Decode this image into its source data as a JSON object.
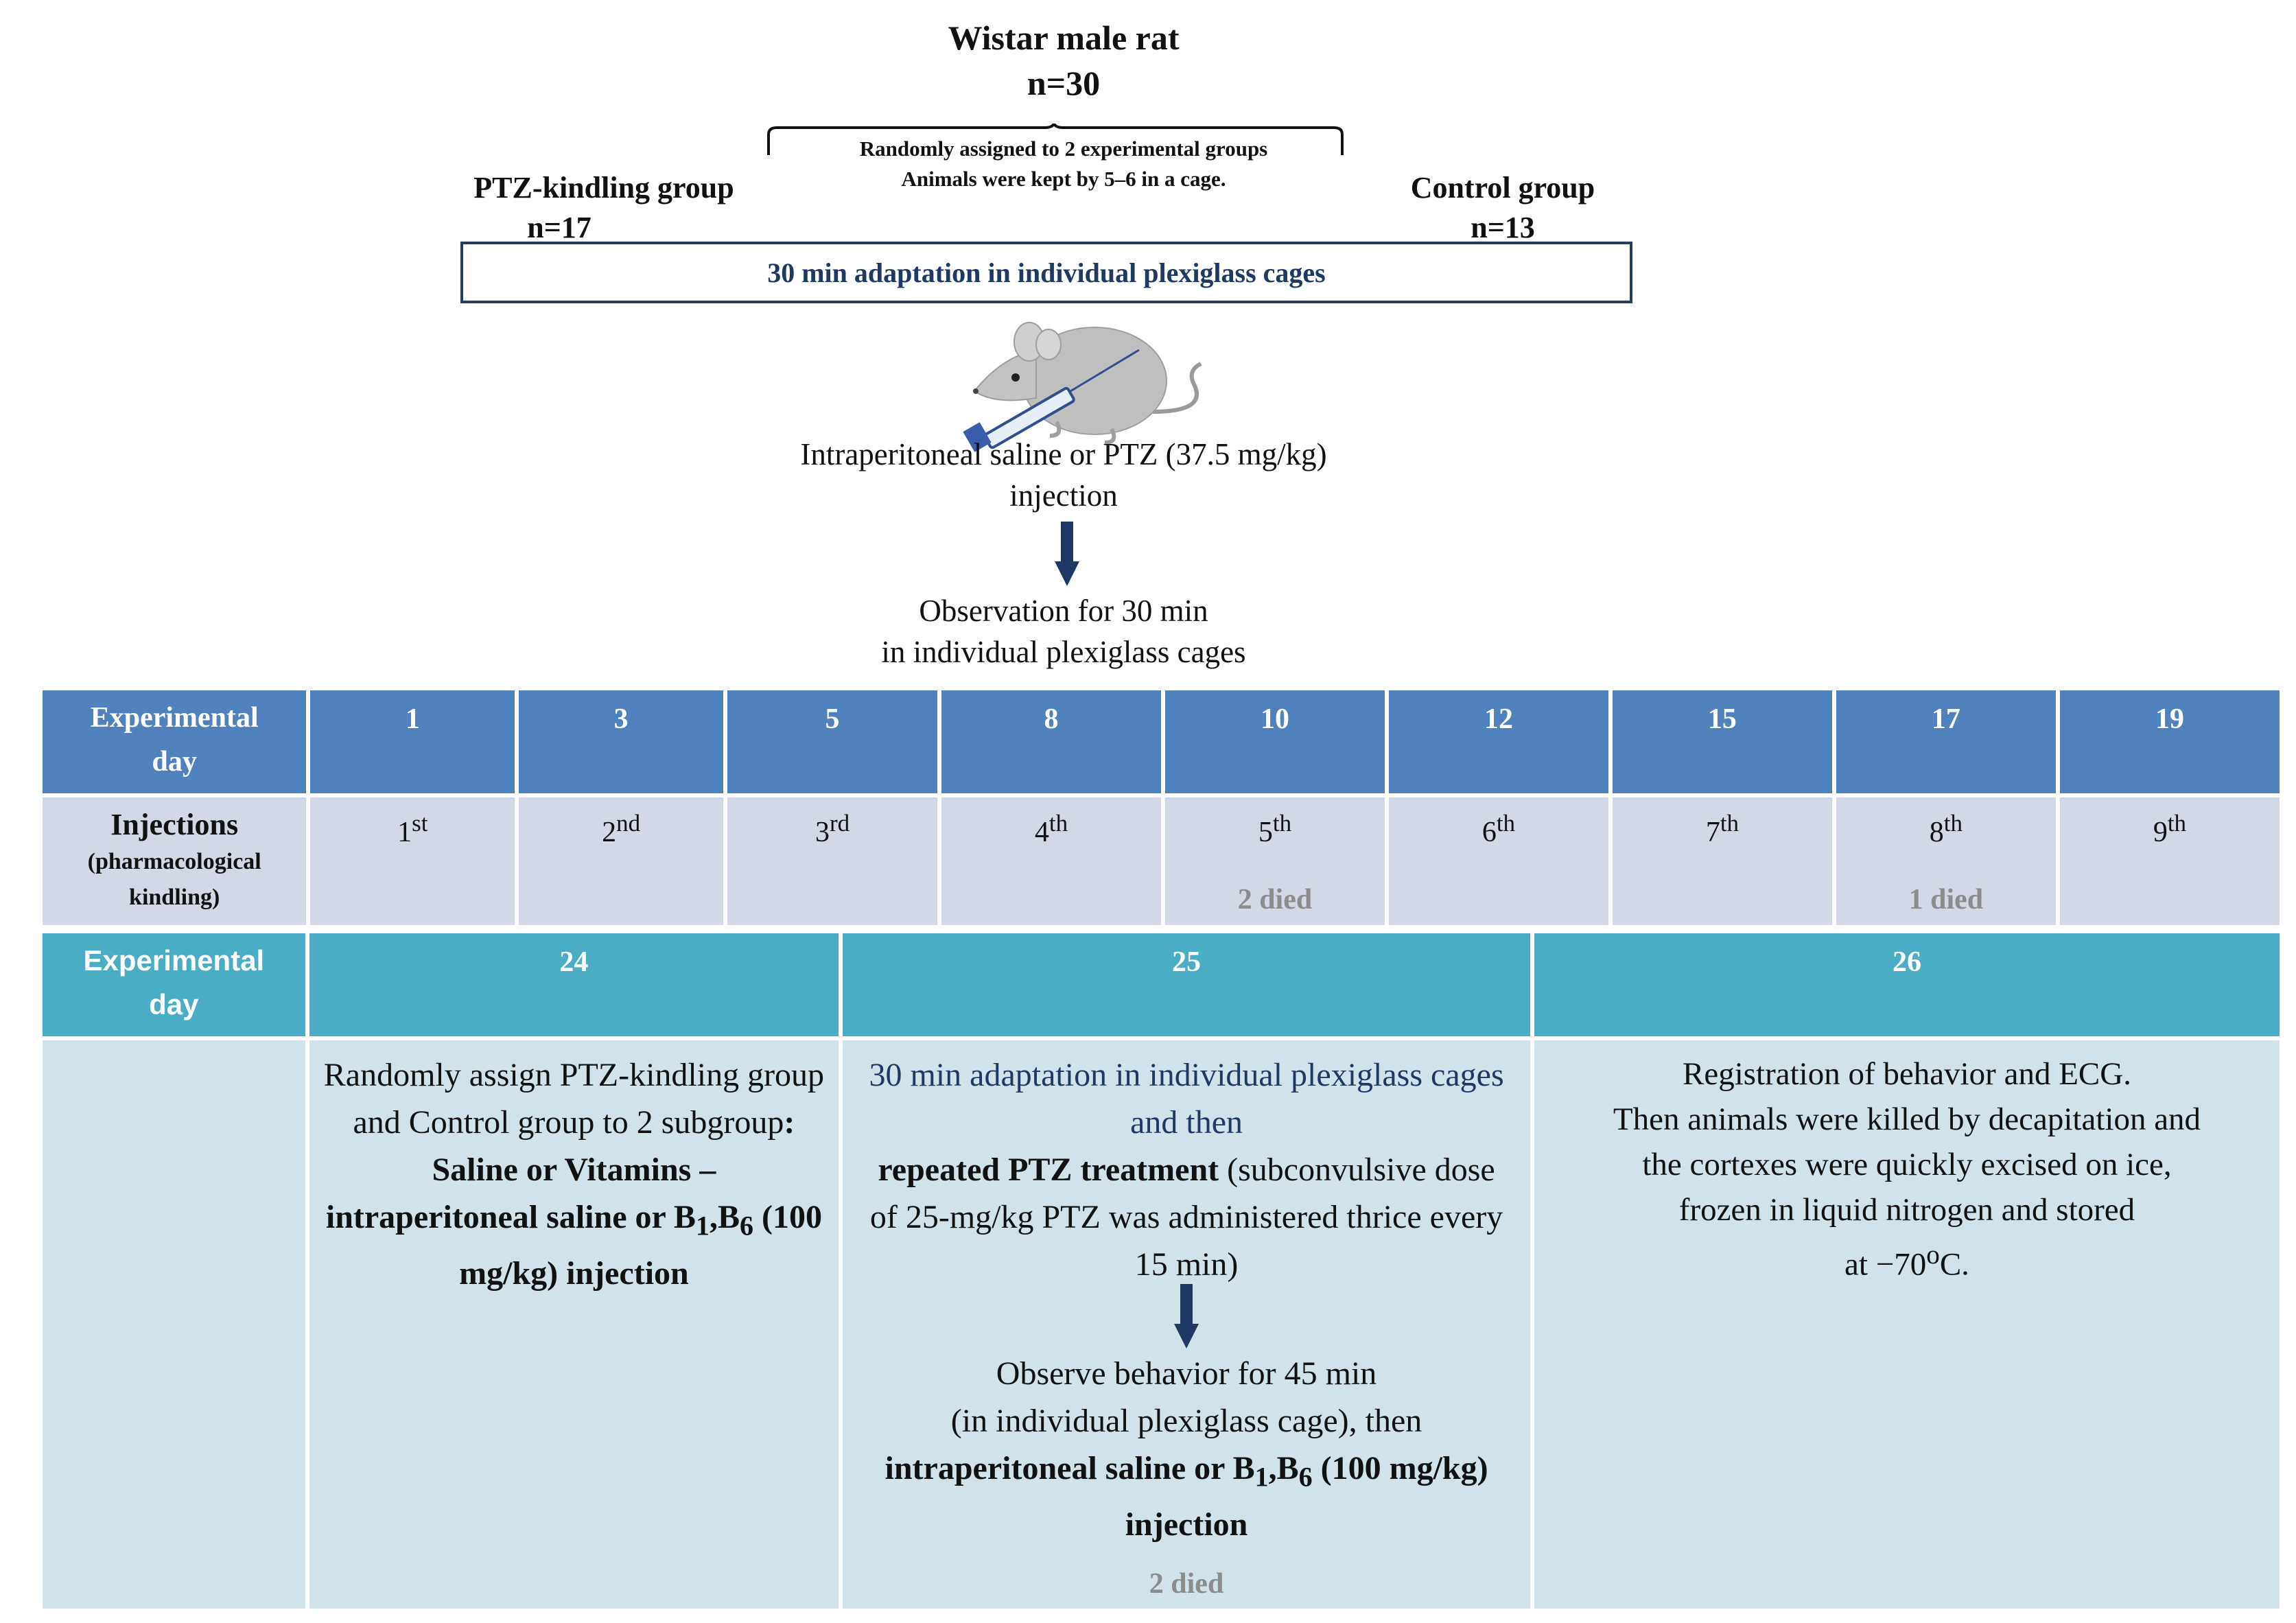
{
  "header": {
    "title_line1": "Wistar male rat",
    "title_line2": "n=30",
    "assign_line1": "Randomly assigned to 2 experimental groups",
    "assign_line2": "Animals were kept by 5–6 in a cage."
  },
  "groups": {
    "ptz": {
      "name": "PTZ-kindling group",
      "n": "n=17"
    },
    "control": {
      "name": "Control group",
      "n": "n=13"
    }
  },
  "adaptation": "30 min adaptation in individual plexiglass cages",
  "injection": {
    "line1": "Intraperitoneal saline or PTZ (37.5 mg/kg)",
    "line2": "injection"
  },
  "observation": {
    "line1": "Observation for 30 min",
    "line2": "in individual plexiglass cages"
  },
  "kindling_table": {
    "header_label": {
      "line1": "Experimental",
      "line2": "day"
    },
    "days": [
      "1",
      "3",
      "5",
      "8",
      "10",
      "12",
      "15",
      "17",
      "19"
    ],
    "row_label": {
      "line1": "Injections",
      "line2": "(pharmacological",
      "line3": "kindling)"
    },
    "injections": [
      {
        "num": "1",
        "sup": "st",
        "note": ""
      },
      {
        "num": "2",
        "sup": "nd",
        "note": ""
      },
      {
        "num": "3",
        "sup": "rd",
        "note": ""
      },
      {
        "num": "4",
        "sup": "th",
        "note": ""
      },
      {
        "num": "5",
        "sup": "th",
        "note": "2 died"
      },
      {
        "num": "6",
        "sup": "th",
        "note": ""
      },
      {
        "num": "7",
        "sup": "th",
        "note": ""
      },
      {
        "num": "8",
        "sup": "th",
        "note": "1 died"
      },
      {
        "num": "9",
        "sup": "th",
        "note": ""
      }
    ]
  },
  "treatment_table": {
    "header_label": {
      "line1": "Experimental",
      "line2": "day"
    },
    "days": [
      "24",
      "25",
      "26"
    ],
    "day24": {
      "text1": "Randomly assign PTZ-kindling group and Control group to 2 subgroup",
      "bold": ": Saline or Vitamins – intraperitoneal saline or B",
      "sub1": "1",
      "comma": ",B",
      "sub2": "6",
      "bold_end": " (100 mg/kg) injection"
    },
    "day25": {
      "adapt": "30 min adaptation in individual plexiglass cages and then",
      "bold": "repeated PTZ treatment",
      "rest": " (subconvulsive dose of 25-mg/kg PTZ was administered thrice every 15 min)",
      "observe1": "Observe behavior for 45 min",
      "observe2": "(in individual plexiglass cage), then",
      "inj_bold": "intraperitoneal saline or B",
      "sub1": "1",
      "comma": ",B",
      "sub2": "6",
      "inj_bold_end": " (100 mg/kg) injection",
      "note": "2 died"
    },
    "day26": {
      "line1": "Registration of  behavior and ECG.",
      "line2": "Then animals were killed by decapitation  and",
      "line3": "the cortexes were quickly excised on ice,",
      "line4": "frozen in liquid nitrogen and stored",
      "line5": "at −70",
      "sup": "o",
      "line5_end": "C."
    }
  }
}
